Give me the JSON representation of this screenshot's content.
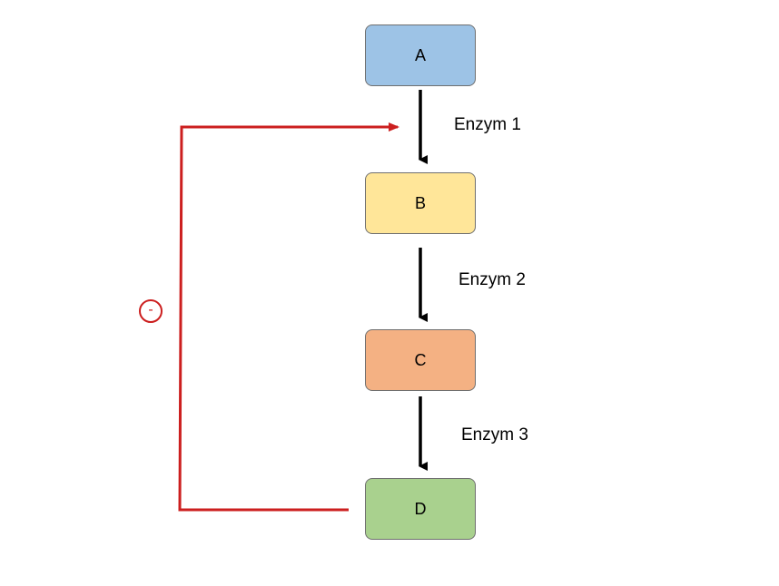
{
  "nodes": [
    {
      "id": "A",
      "label": "A",
      "fill": "#9dc3e6"
    },
    {
      "id": "B",
      "label": "B",
      "fill": "#ffe699"
    },
    {
      "id": "C",
      "label": "C",
      "fill": "#f4b183"
    },
    {
      "id": "D",
      "label": "D",
      "fill": "#a9d18e"
    }
  ],
  "enzymes": [
    {
      "label": "Enzym 1",
      "from": "A",
      "to": "B"
    },
    {
      "label": "Enzym 2",
      "from": "B",
      "to": "C"
    },
    {
      "label": "Enzym 3",
      "from": "C",
      "to": "D"
    }
  ],
  "feedback": {
    "from": "D",
    "to_step": "Enzym 1",
    "symbol": "-",
    "color": "#cc1f1f"
  },
  "colors": {
    "arrow": "#000000",
    "border": "#6f6f6f",
    "background": "#ffffff"
  }
}
